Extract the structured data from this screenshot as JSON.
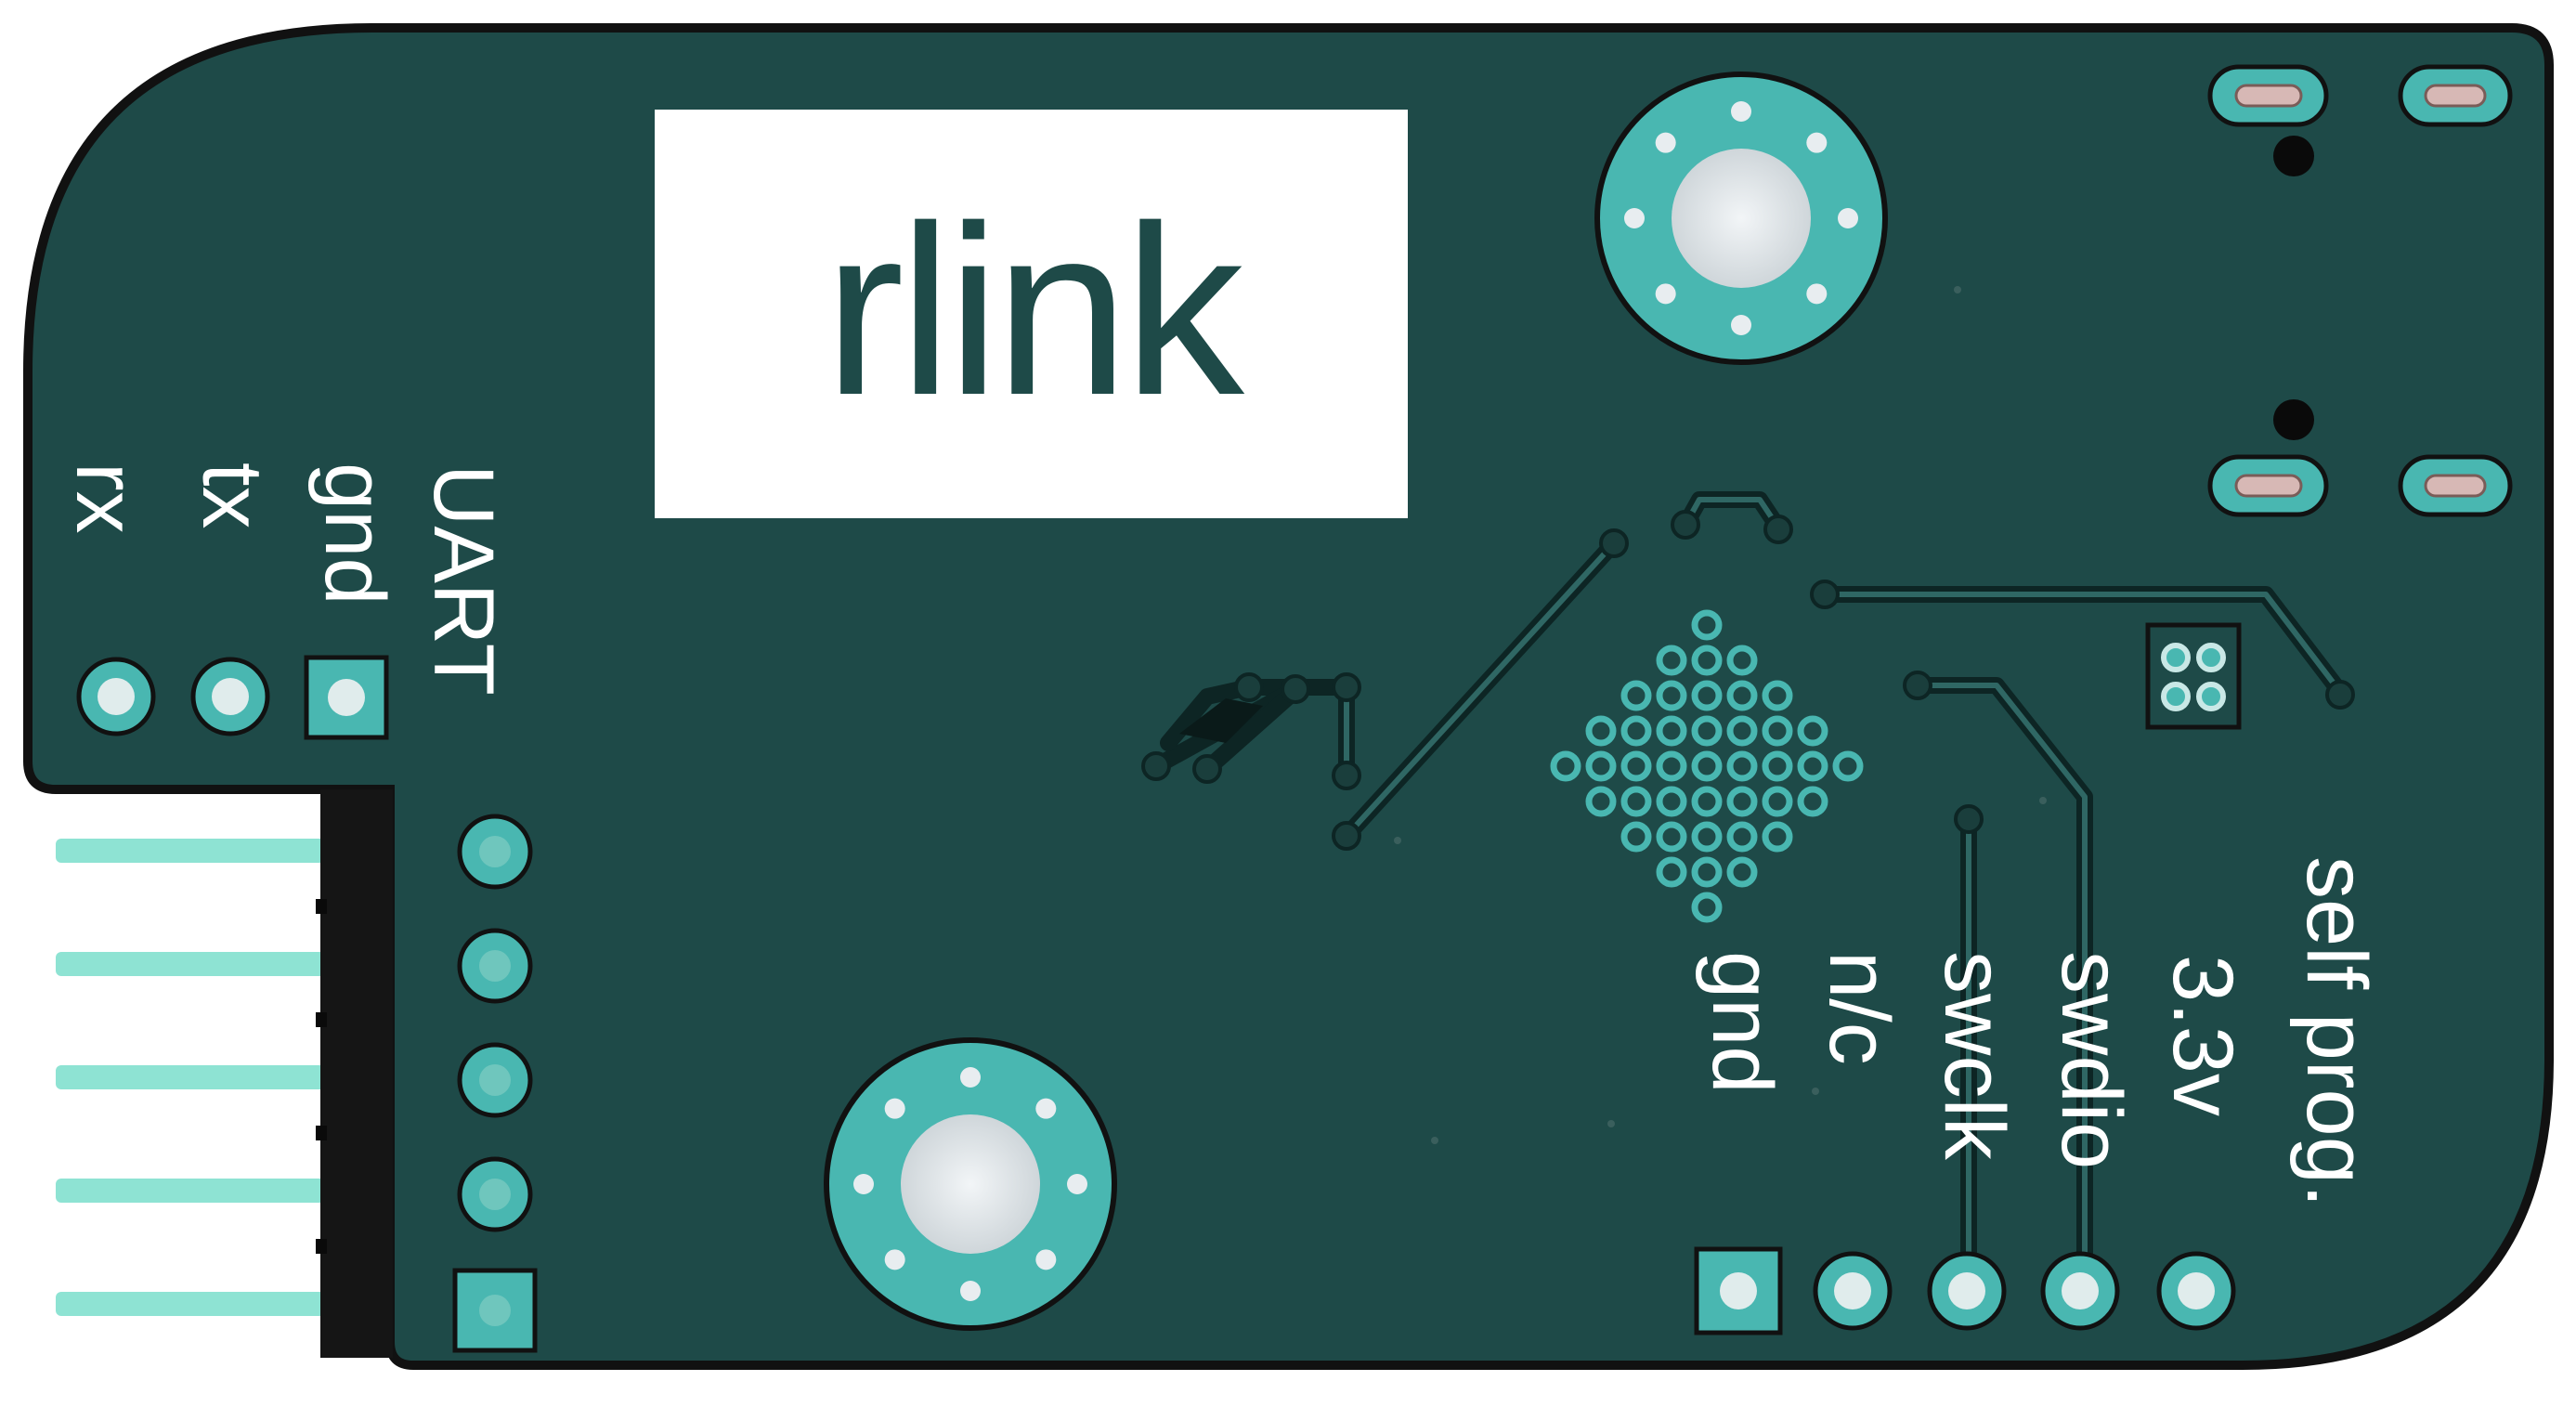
{
  "board": {
    "name": "rlink",
    "colors": {
      "pcb": "#1e4a48",
      "outline": "#111111",
      "pad": "#49b7b1",
      "hole": "#e8edf0",
      "pin": "#8ee3d3",
      "header": "#111111",
      "silkscreen": "#ffffff"
    }
  },
  "labels": {
    "uart": "UART",
    "gnd_left": "gnd",
    "tx": "tx",
    "rx": "rx",
    "self_prog": "self prog.",
    "v33": "3.3v",
    "swdio": "swdio",
    "swclk": "swclk",
    "nc": "n/c",
    "gnd_right": "gnd"
  }
}
